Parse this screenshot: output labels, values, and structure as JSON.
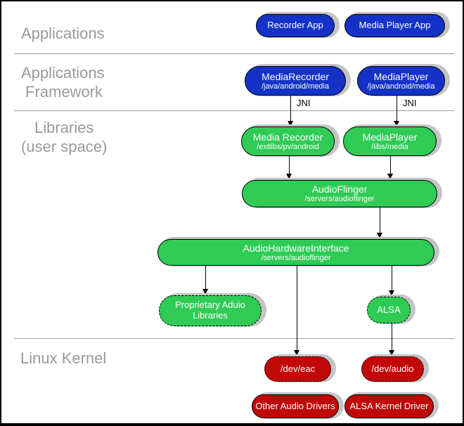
{
  "layers": {
    "applications": "Applications",
    "framework": [
      "Applications",
      "Framework"
    ],
    "libraries": [
      "Libraries",
      "(user space)"
    ],
    "kernel": "Linux Kernel"
  },
  "nodes": {
    "recorder_app": {
      "title": "Recorder App"
    },
    "media_player_app": {
      "title": "Media Player App"
    },
    "media_recorder_framework": {
      "title": "MediaRecorder",
      "path": "/java/android/media"
    },
    "media_player_framework": {
      "title": "MediaPlayer",
      "path": "/java/android/media"
    },
    "media_recorder_lib": {
      "title": "Media Recorder",
      "path": "/extlibs/pv/android"
    },
    "media_player_lib": {
      "title": "MediaPlayer",
      "path": "/libs/media"
    },
    "audio_flinger": {
      "title": "AudioFlinger",
      "path": "/servers/audioflinger"
    },
    "audio_hardware_interface": {
      "title": "AudioHardwareInterface",
      "path": "/servers/audioflinger"
    },
    "proprietary_audio_libraries": {
      "title": "Proprietary Aduio Libraries"
    },
    "alsa": {
      "title": "ALSA"
    },
    "dev_eac": {
      "title": "/dev/eac"
    },
    "dev_audio": {
      "title": "/dev/audio"
    },
    "other_audio_drivers": {
      "title": "Other Audio Drivers"
    },
    "alsa_kernel_driver": {
      "title": "ALSA Kernel Driver"
    }
  },
  "edge_labels": {
    "jni_left": "JNI",
    "jni_right": "JNI"
  },
  "colors": {
    "app_blue": "#1432c8",
    "lib_green": "#2fcb55",
    "kernel_red": "#c00808",
    "shadow_gray": "#c4c4c4",
    "label_gray": "#9a9a9a"
  }
}
